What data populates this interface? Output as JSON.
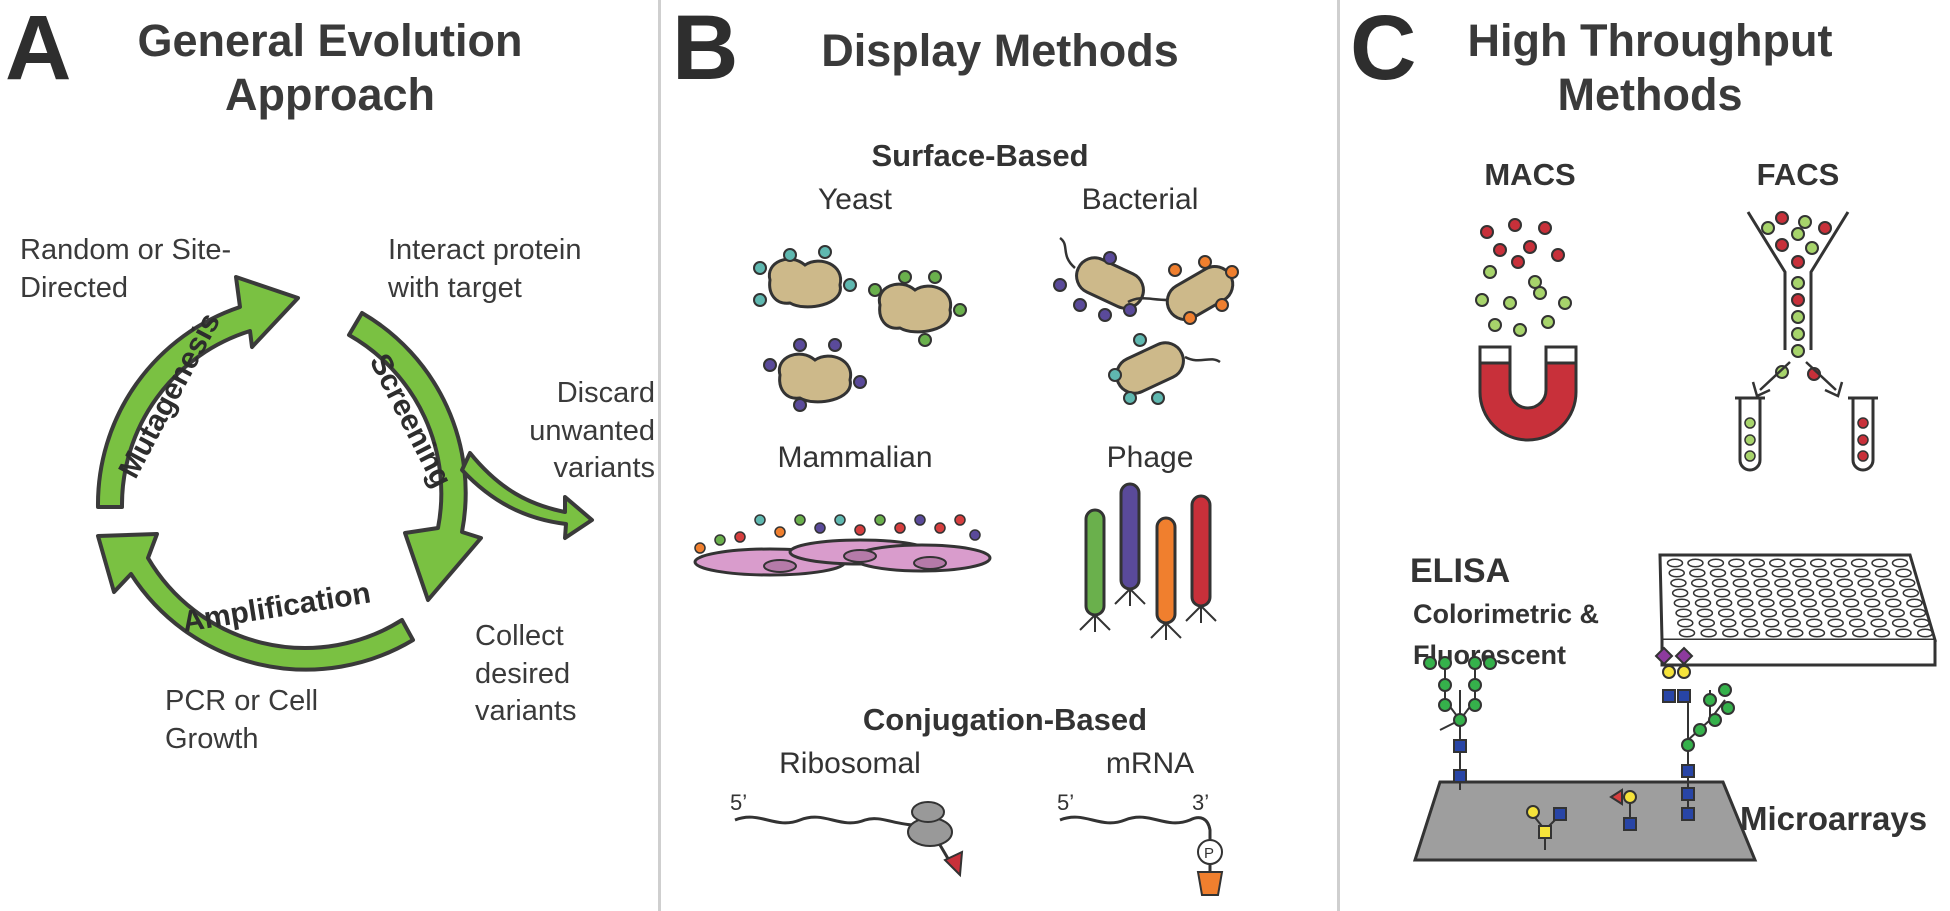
{
  "panel_a": {
    "letter": "A",
    "title": "General Evolution Approach",
    "cycle": {
      "mutagenesis": "Mutagenesis",
      "screening": "Screening",
      "amplification": "Amplification"
    },
    "notes": {
      "random": "Random or Site-Directed",
      "interact": "Interact protein with target",
      "discard": "Discard unwanted variants",
      "collect": "Collect desired variants",
      "pcr": "PCR or Cell Growth"
    },
    "arrow_color": "#7ac142"
  },
  "panel_b": {
    "letter": "B",
    "title": "Display Methods",
    "surface_heading": "Surface-Based",
    "yeast": "Yeast",
    "bacterial": "Bacterial",
    "mammalian": "Mammalian",
    "phage": "Phage",
    "conjugation_heading": "Conjugation-Based",
    "ribosomal": "Ribosomal",
    "mrna": "mRNA",
    "five_prime": "5’",
    "three_prime": "3’",
    "p_label": "P"
  },
  "panel_c": {
    "letter": "C",
    "title": "High Throughput Methods",
    "macs": "MACS",
    "facs": "FACS",
    "elisa": "ELISA",
    "elisa_sub": "Colorimetric & Fluorescent",
    "microarrays": "Microarrays"
  }
}
